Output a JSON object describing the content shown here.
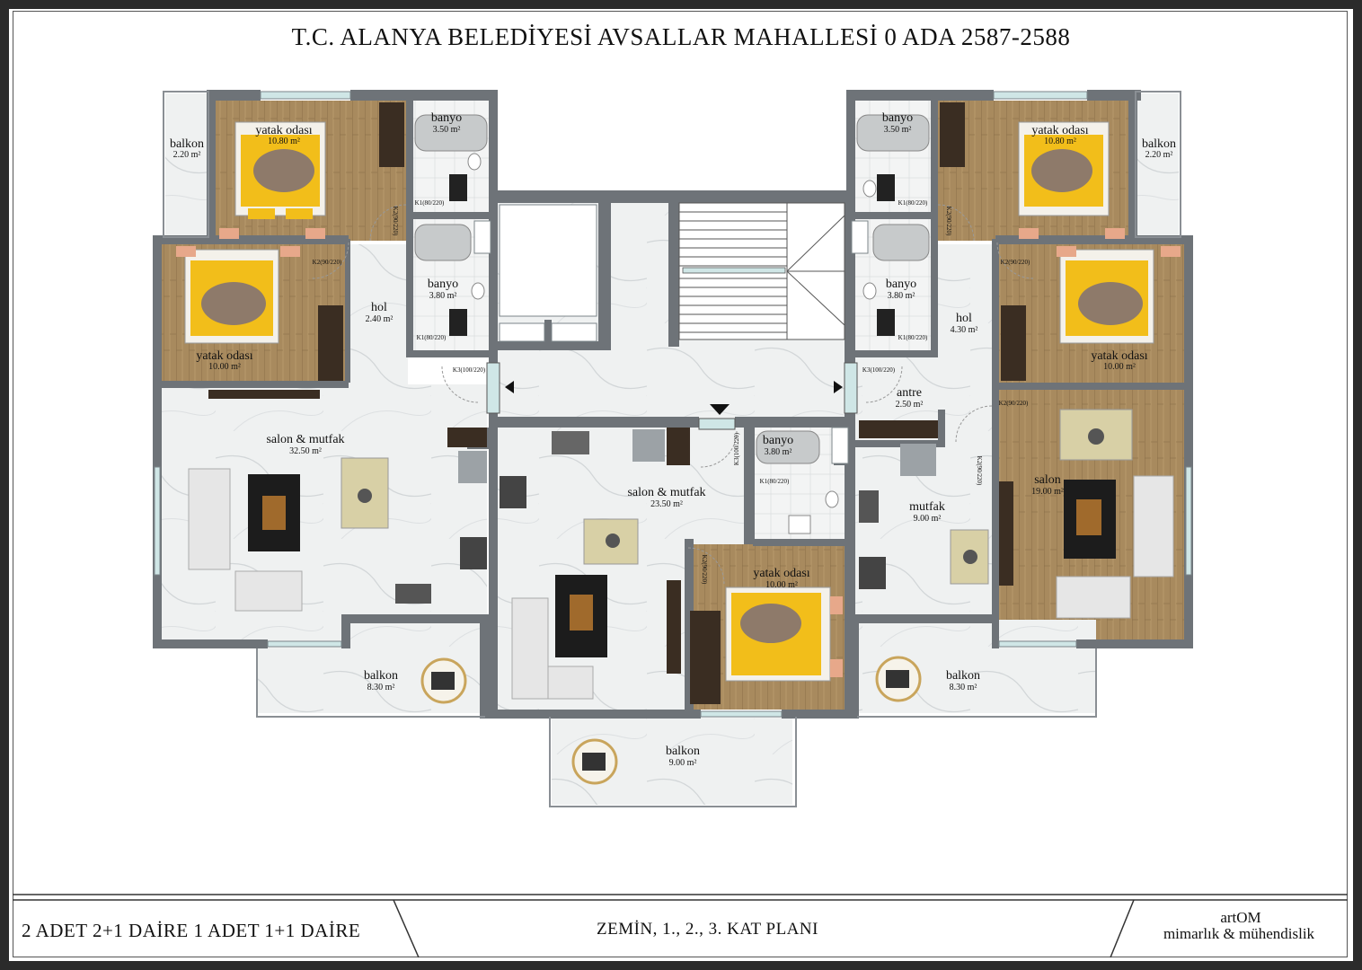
{
  "title": "T.C. ALANYA  BELEDİYESİ AVSALLAR MAHALLESİ 0 ADA 2587-2588",
  "footer": {
    "units": "2 ADET 2+1 DAİRE 1 ADET 1+1 DAİRE",
    "plan": "ZEMİN, 1., 2., 3. KAT PLANI",
    "firm_name": "artOM",
    "firm_desc": "mimarlık & mühendislik"
  },
  "rooms": {
    "l_bed1": {
      "name": "yatak odası",
      "area": "10.80 m²"
    },
    "l_bath1": {
      "name": "banyo",
      "area": "3.50 m²"
    },
    "l_balc_small": {
      "name": "balkon",
      "area": "2.20 m²"
    },
    "l_bed2": {
      "name": "yatak odası",
      "area": "10.00 m²"
    },
    "l_hol": {
      "name": "hol",
      "area": "2.40 m²"
    },
    "l_bath2": {
      "name": "banyo",
      "area": "3.80 m²"
    },
    "l_salon": {
      "name": "salon & mutfak",
      "area": "32.50 m²"
    },
    "l_balc": {
      "name": "balkon",
      "area": "8.30 m²"
    },
    "c_salon": {
      "name": "salon & mutfak",
      "area": "23.50 m²"
    },
    "c_bath": {
      "name": "banyo",
      "area": "3.80 m²"
    },
    "c_bed": {
      "name": "yatak odası",
      "area": "10.00 m²"
    },
    "c_balc": {
      "name": "balkon",
      "area": "9.00 m²"
    },
    "r_bath1": {
      "name": "banyo",
      "area": "3.50 m²"
    },
    "r_bed1": {
      "name": "yatak odası",
      "area": "10.80 m²"
    },
    "r_balc_small": {
      "name": "balkon",
      "area": "2.20 m²"
    },
    "r_bath2": {
      "name": "banyo",
      "area": "3.80 m²"
    },
    "r_hol": {
      "name": "hol",
      "area": "4.30 m²"
    },
    "r_bed2": {
      "name": "yatak odası",
      "area": "10.00 m²"
    },
    "r_antre": {
      "name": "antre",
      "area": "2.50 m²"
    },
    "r_mutfak": {
      "name": "mutfak",
      "area": "9.00 m²"
    },
    "r_salon": {
      "name": "salon",
      "area": "19.00 m²"
    },
    "r_balc": {
      "name": "balkon",
      "area": "8.30 m²"
    }
  },
  "doors": {
    "k1_a": "K1(80/220)",
    "k1_b": "K1(80/220)",
    "k1_c": "K1(80/220)",
    "k1_d": "K1(80/220)",
    "k1_e": "K1(80/220)",
    "k2_a": "K2(90/220)",
    "k2_b": "K2(90/220)",
    "k2_c": "K2(90/220)",
    "k2_d": "K2(90/220)",
    "k2_e": "K2(90/220)",
    "k2_f": "K2(90/220)",
    "k2_g": "K2(90/220)",
    "k3_a": "K3(100/220)",
    "k3_b": "K3(100/220)",
    "k3_c": "K3(100/220)"
  },
  "colors": {
    "wall": "#6e7378",
    "wood": "#a88a5e",
    "marble": "#eef0f0",
    "bed_yellow": "#f2be1a",
    "blanket": "#8e7a6a"
  }
}
